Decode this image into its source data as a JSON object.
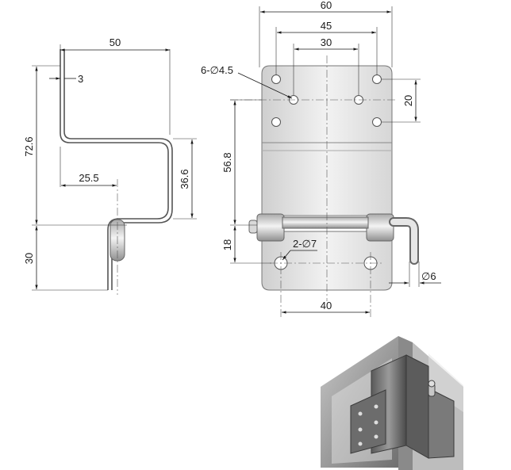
{
  "side_view": {
    "dim_top_width": "50",
    "dim_thickness": "3",
    "dim_total_height": "72.6",
    "dim_offset": "25.5",
    "dim_depth": "36.6",
    "dim_pin_height": "30"
  },
  "front_view": {
    "dim_overall_width": "60",
    "dim_hole_span_outer": "45",
    "dim_hole_span_inner": "30",
    "dim_hole_vertical": "20",
    "dim_upper_height": "56.8",
    "dim_lower_height": "18",
    "dim_bottom_span": "40",
    "callout_small_holes": "6-∅4.5",
    "callout_large_holes": "2-∅7",
    "callout_pin": "∅6"
  }
}
